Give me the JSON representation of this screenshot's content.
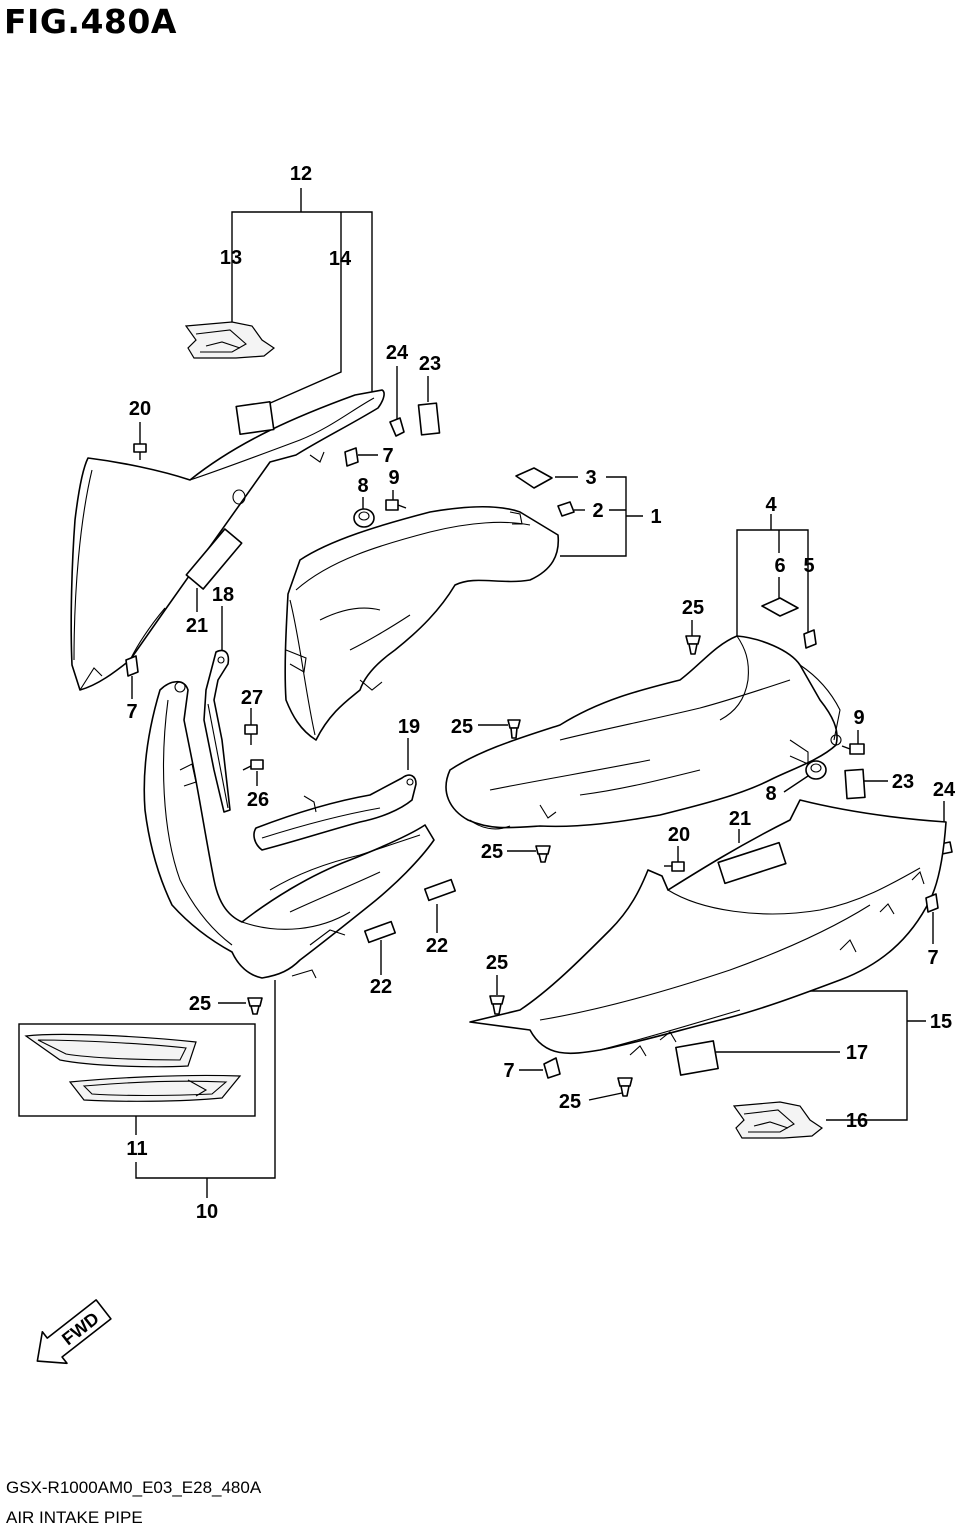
{
  "figure": {
    "title": "FIG.480A",
    "model_code": "GSX-R1000AM0_E03_E28_480A",
    "name": "AIR INTAKE PIPE"
  },
  "fwd_arrow": {
    "label": "FWD"
  },
  "callouts": [
    {
      "id": "c12",
      "text": "12"
    },
    {
      "id": "c13",
      "text": "13"
    },
    {
      "id": "c14",
      "text": "14"
    },
    {
      "id": "c24a",
      "text": "24"
    },
    {
      "id": "c23a",
      "text": "23"
    },
    {
      "id": "c20a",
      "text": "20"
    },
    {
      "id": "c7a",
      "text": "7"
    },
    {
      "id": "c8a",
      "text": "8"
    },
    {
      "id": "c9a",
      "text": "9"
    },
    {
      "id": "c3",
      "text": "3"
    },
    {
      "id": "c2",
      "text": "2"
    },
    {
      "id": "c1",
      "text": "1"
    },
    {
      "id": "c4",
      "text": "4"
    },
    {
      "id": "c6",
      "text": "6"
    },
    {
      "id": "c5",
      "text": "5"
    },
    {
      "id": "c25a",
      "text": "25"
    },
    {
      "id": "c18",
      "text": "18"
    },
    {
      "id": "c21a",
      "text": "21"
    },
    {
      "id": "c7b",
      "text": "7"
    },
    {
      "id": "c27",
      "text": "27"
    },
    {
      "id": "c26",
      "text": "26"
    },
    {
      "id": "c19",
      "text": "19"
    },
    {
      "id": "c25b",
      "text": "25"
    },
    {
      "id": "c9b",
      "text": "9"
    },
    {
      "id": "c23b",
      "text": "23"
    },
    {
      "id": "c24b",
      "text": "24"
    },
    {
      "id": "c8b",
      "text": "8"
    },
    {
      "id": "c21b",
      "text": "21"
    },
    {
      "id": "c20b",
      "text": "20"
    },
    {
      "id": "c25c",
      "text": "25"
    },
    {
      "id": "c22a",
      "text": "22"
    },
    {
      "id": "c22b",
      "text": "22"
    },
    {
      "id": "c7c",
      "text": "7"
    },
    {
      "id": "c25d",
      "text": "25"
    },
    {
      "id": "c25e",
      "text": "25"
    },
    {
      "id": "c15",
      "text": "15"
    },
    {
      "id": "c17",
      "text": "17"
    },
    {
      "id": "c7d",
      "text": "7"
    },
    {
      "id": "c25f",
      "text": "25"
    },
    {
      "id": "c16",
      "text": "16"
    },
    {
      "id": "c11",
      "text": "11"
    },
    {
      "id": "c10",
      "text": "10"
    }
  ],
  "icons": [
    "gsxr-emblem-icon",
    "fwd-arrow-icon",
    "screw-icon",
    "clip-icon",
    "grommet-icon",
    "nut-icon"
  ]
}
